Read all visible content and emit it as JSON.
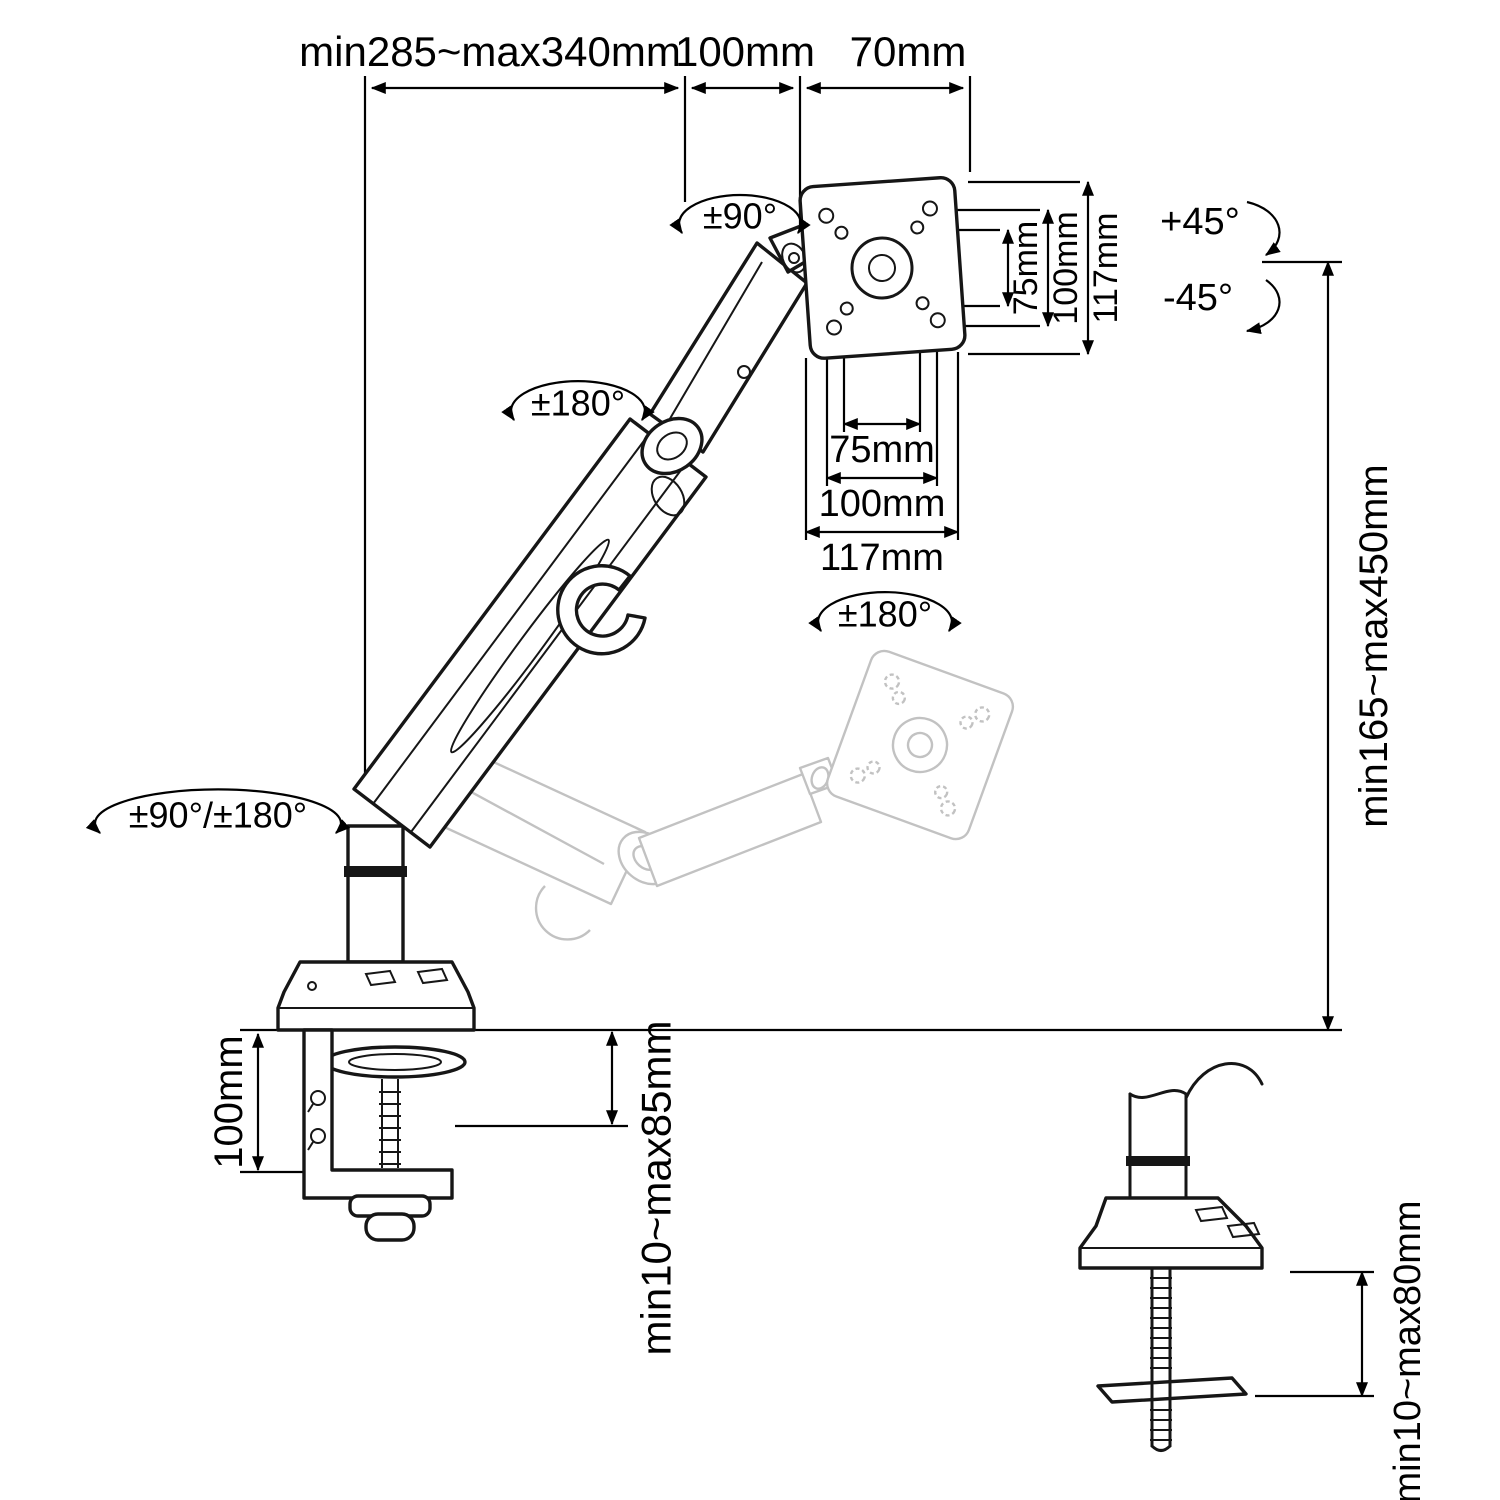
{
  "title": "Monitor arm mounting dimensions diagram",
  "colors": {
    "background": "#ffffff",
    "line": "#161616",
    "dimension": "#000000",
    "ghost": "#c2c2c2"
  },
  "dimensions": {
    "top": {
      "arm_reach": "min285~max340mm",
      "pivot_offset": "100mm",
      "vesa_offset": "70mm"
    },
    "vesa_vertical": {
      "inner": "75mm",
      "outer": "100mm",
      "plate": "117mm"
    },
    "vesa_horizontal": {
      "inner": "75mm",
      "outer": "100mm",
      "plate": "117mm"
    },
    "height_range": "min165~max450mm",
    "clamp_height": "100mm",
    "clamp_desk_thickness": "min10~max85mm",
    "grommet_desk_thickness": "min10~max80mm"
  },
  "rotations": {
    "monitor_swivel": "±90°",
    "elbow": "±180°",
    "monitor_rotation": "±180°",
    "base": "±90°/±180°",
    "tilt_up": "+45°",
    "tilt_down": "-45°"
  }
}
